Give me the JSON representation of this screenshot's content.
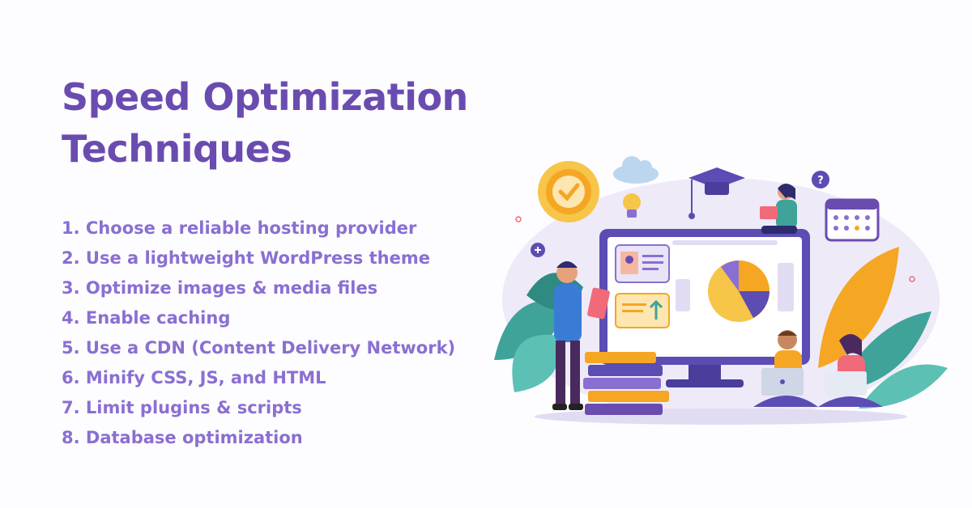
{
  "heading": {
    "line1": "Speed Optimization",
    "line2": "Techniques"
  },
  "tips": [
    "1. Choose a reliable hosting provider",
    "2. Use a lightweight WordPress theme",
    "3. Optimize images & media files",
    "4. Enable caching",
    "5. Use a CDN (Content Delivery Network)",
    "6. Minify CSS, JS, and HTML",
    "7. Limit plugins & scripts",
    "8. Database optimization"
  ],
  "illustration": {
    "question_mark": "?",
    "icons": [
      "checkmark-badge-icon",
      "cloud-icon",
      "lightbulb-icon",
      "graduation-cap-icon",
      "calendar-icon",
      "pie-chart-icon",
      "profile-card-icon",
      "upload-arrow-icon",
      "books-icon",
      "leaf-icon",
      "question-bubble-icon"
    ]
  },
  "colors": {
    "title": "#6a4cb0",
    "tips": "#8a6fd2",
    "monitor": "#5b4db3",
    "accent_orange": "#f5a623",
    "leaf_teal": "#3fa39a"
  }
}
